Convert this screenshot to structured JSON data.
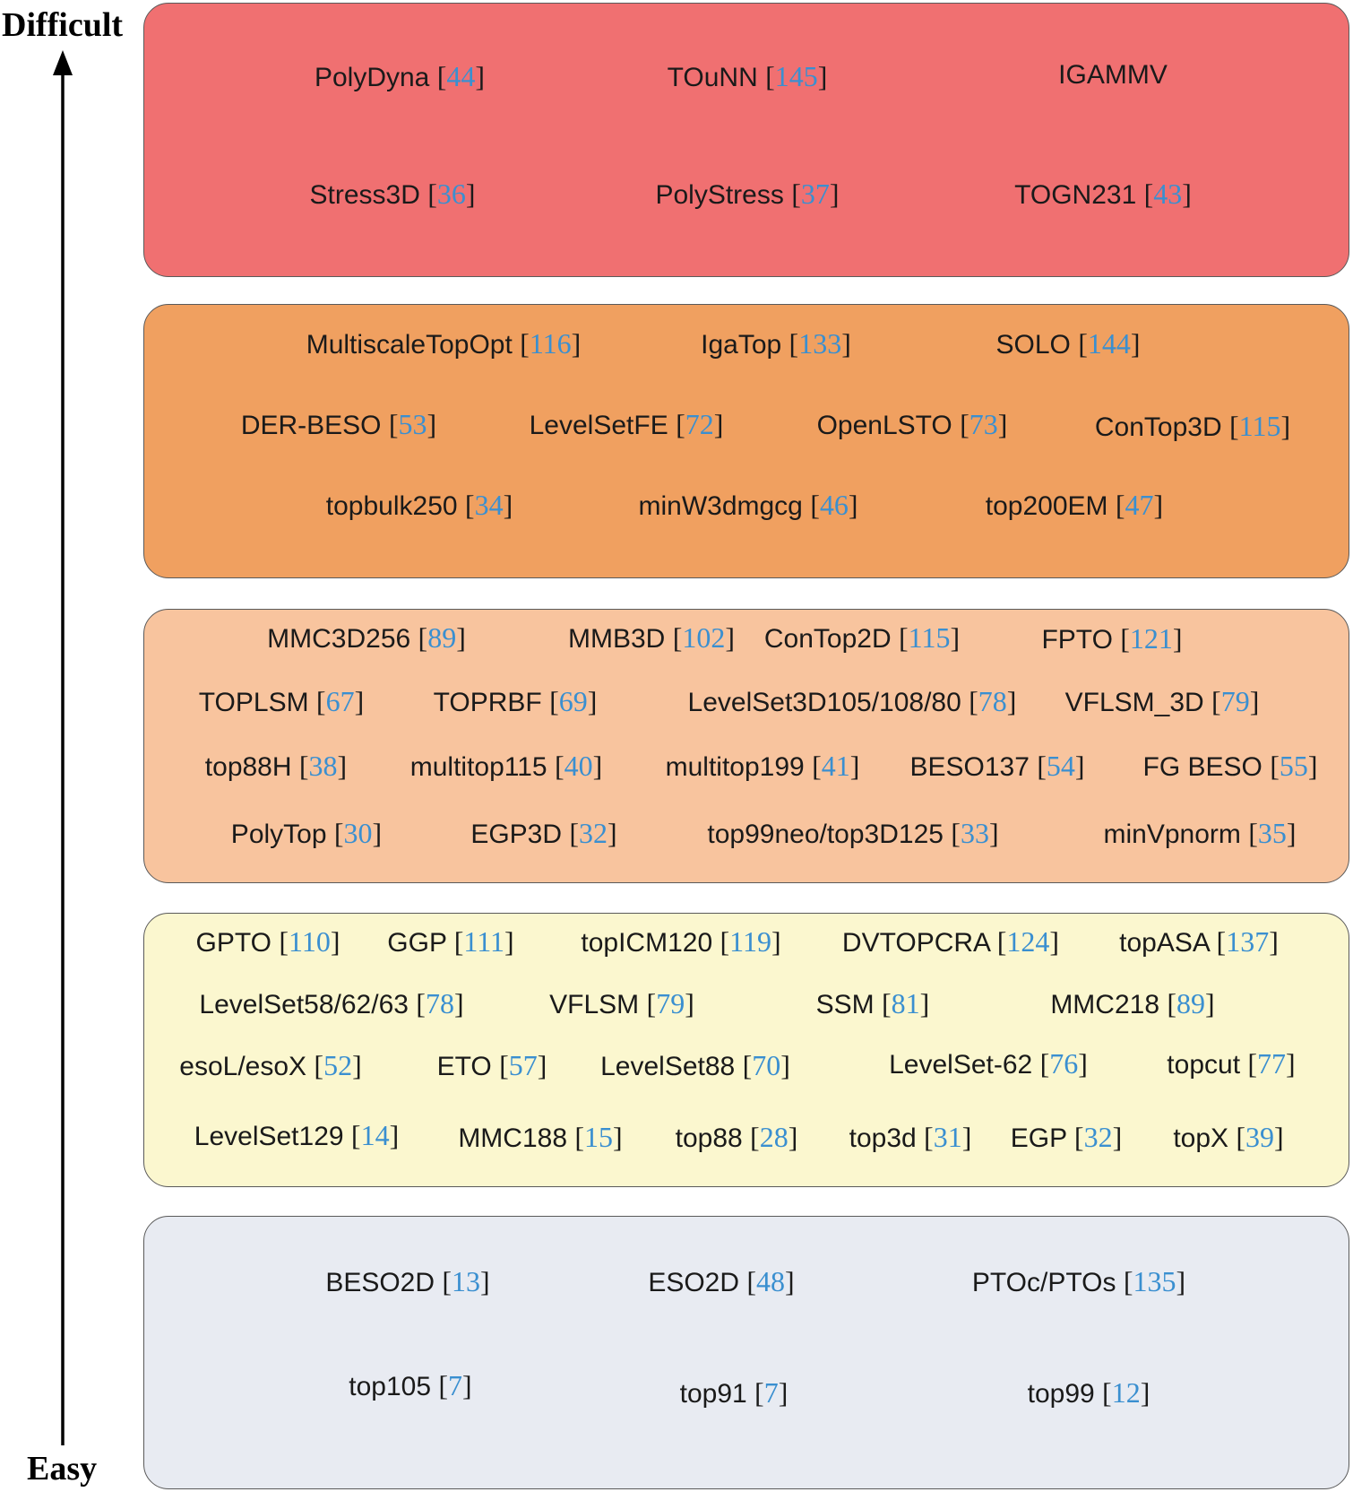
{
  "axis": {
    "top_label": "Difficult",
    "bottom_label": "Easy"
  },
  "colors": {
    "tier_red": "#f07071",
    "tier_orange": "#f0a060",
    "tier_peach": "#f8c49e",
    "tier_yellow": "#fbf7cf",
    "tier_gray": "#e8ebf2",
    "reference": "#3a8fd0",
    "text": "#1a1a1a"
  },
  "tiers": [
    {
      "level": "tier-1",
      "color": "#f07071",
      "items": [
        {
          "name": "PolyDyna",
          "ref": "44"
        },
        {
          "name": "TOuNN",
          "ref": "145"
        },
        {
          "name": "IGAMMV",
          "ref": ""
        },
        {
          "name": "Stress3D",
          "ref": "36"
        },
        {
          "name": "PolyStress",
          "ref": "37"
        },
        {
          "name": "TOGN231",
          "ref": "43"
        }
      ]
    },
    {
      "level": "tier-2",
      "color": "#f0a060",
      "items": [
        {
          "name": "MultiscaleTopOpt",
          "ref": "116"
        },
        {
          "name": "IgaTop",
          "ref": "133"
        },
        {
          "name": "SOLO",
          "ref": "144"
        },
        {
          "name": "DER-BESO",
          "ref": "53"
        },
        {
          "name": "LevelSetFE",
          "ref": "72"
        },
        {
          "name": "OpenLSTO",
          "ref": "73"
        },
        {
          "name": "ConTop3D",
          "ref": "115"
        },
        {
          "name": "topbulk250",
          "ref": "34"
        },
        {
          "name": "minW3dmgcg",
          "ref": "46"
        },
        {
          "name": "top200EM",
          "ref": "47"
        }
      ]
    },
    {
      "level": "tier-3",
      "color": "#f8c49e",
      "items": [
        {
          "name": "MMC3D256",
          "ref": "89"
        },
        {
          "name": "MMB3D",
          "ref": "102"
        },
        {
          "name": "ConTop2D",
          "ref": "115"
        },
        {
          "name": "FPTO",
          "ref": "121"
        },
        {
          "name": "TOPLSM",
          "ref": "67"
        },
        {
          "name": "TOPRBF",
          "ref": "69"
        },
        {
          "name": "LevelSet3D105/108/80",
          "ref": "78"
        },
        {
          "name": "VFLSM_3D",
          "ref": "79"
        },
        {
          "name": "top88H",
          "ref": "38"
        },
        {
          "name": "multitop115",
          "ref": "40"
        },
        {
          "name": "multitop199",
          "ref": "41"
        },
        {
          "name": "BESO137",
          "ref": "54"
        },
        {
          "name": "FG BESO",
          "ref": "55"
        },
        {
          "name": "PolyTop",
          "ref": "30"
        },
        {
          "name": "EGP3D",
          "ref": "32"
        },
        {
          "name": "top99neo/top3D125",
          "ref": "33"
        },
        {
          "name": "minVpnorm",
          "ref": "35"
        }
      ]
    },
    {
      "level": "tier-4",
      "color": "#fbf7cf",
      "items": [
        {
          "name": "GPTO",
          "ref": "110"
        },
        {
          "name": "GGP",
          "ref": "111"
        },
        {
          "name": "topICM120",
          "ref": "119"
        },
        {
          "name": "DVTOPCRA",
          "ref": "124"
        },
        {
          "name": "topASA",
          "ref": "137"
        },
        {
          "name": "LevelSet58/62/63",
          "ref": "78"
        },
        {
          "name": "VFLSM",
          "ref": "79"
        },
        {
          "name": "SSM",
          "ref": "81"
        },
        {
          "name": "MMC218",
          "ref": "89"
        },
        {
          "name": "esoL/esoX",
          "ref": "52"
        },
        {
          "name": "ETO",
          "ref": "57"
        },
        {
          "name": "LevelSet88",
          "ref": "70"
        },
        {
          "name": "LevelSet-62",
          "ref": "76"
        },
        {
          "name": "topcut",
          "ref": "77"
        },
        {
          "name": "LevelSet129",
          "ref": "14"
        },
        {
          "name": "MMC188",
          "ref": "15"
        },
        {
          "name": "top88",
          "ref": "28"
        },
        {
          "name": "top3d",
          "ref": "31"
        },
        {
          "name": "EGP",
          "ref": "32"
        },
        {
          "name": "topX",
          "ref": "39"
        }
      ]
    },
    {
      "level": "tier-5",
      "color": "#e8ebf2",
      "items": [
        {
          "name": "BESO2D",
          "ref": "13"
        },
        {
          "name": "ESO2D",
          "ref": "48"
        },
        {
          "name": "PTOc/PTOs",
          "ref": "135"
        },
        {
          "name": "top105",
          "ref": "7"
        },
        {
          "name": "top91",
          "ref": "7"
        },
        {
          "name": "top99",
          "ref": "12"
        }
      ]
    }
  ]
}
